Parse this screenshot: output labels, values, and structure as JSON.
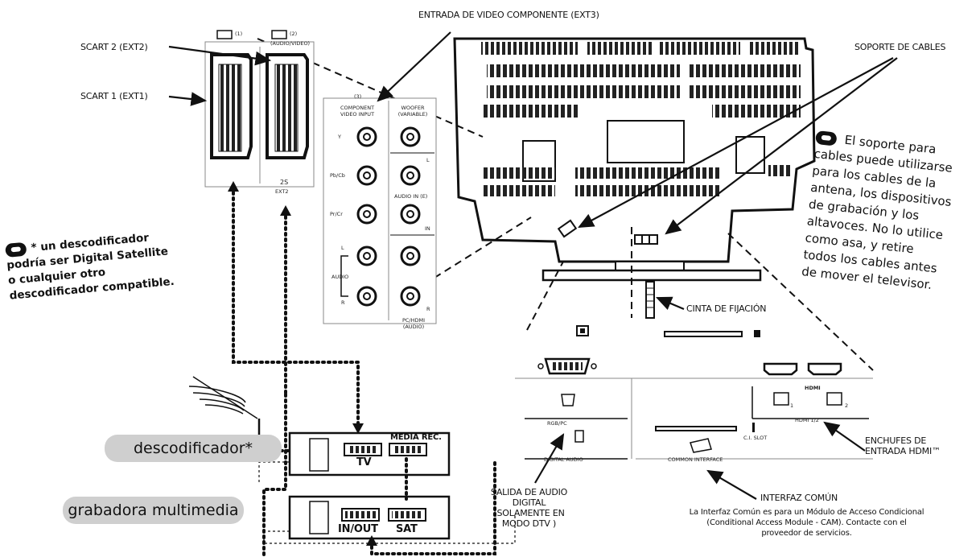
{
  "labels": {
    "component_input": "ENTRADA DE VIDEO COMPONENTE (EXT3)",
    "scart2": "SCART 2 (EXT2)",
    "scart1": "SCART 1 (EXT1)",
    "cable_holder": "SOPORTE DE CABLES",
    "fixing_band": "CINTA DE FIJACIÓN",
    "hdmi_inputs": [
      "ENCHUFES DE",
      "ENTRADA HDMI™"
    ],
    "common_interface": "INTERFAZ COMÚN",
    "digital_audio_out": [
      "SALIDA DE AUDIO",
      "DIGITAL",
      "(SOLAMENTE EN",
      "MODO DTV )"
    ],
    "common_interface_note": [
      "La Interfaz Común es para un Módulo de Acceso Condicional",
      "(Conditional Access Module - CAM). Contacte con el",
      "proveedor de servicios."
    ]
  },
  "notes": {
    "cable_holder_note": [
      "El soporte para",
      "cables puede utilizarse",
      "para los cables de la",
      "antena, los dispositivos",
      "de grabación y los",
      "altavoces. No lo utilice",
      "como asa, y retire",
      "todos los cables antes",
      "de mover el televisor."
    ],
    "decoder_note": [
      "* un descodificador",
      "podría ser Digital Satellite",
      "o cualquier otro",
      "descodificador compatible."
    ]
  },
  "devices": {
    "decoder": "descodificador*",
    "recorder": "grabadora multimedia",
    "box1_title": "MEDIA REC.",
    "box1_label": "TV",
    "box2_label_left": "IN/OUT",
    "box2_label_right": "SAT"
  },
  "panel_text": {
    "scart_top_left": "(1)",
    "scart_top_right": "(2)",
    "scart_top_right_sub": "(AUDIO/VIDEO)",
    "scart_bottom": "2S",
    "scart_bottom_sub": "EXT2",
    "component_hdr": "(3)",
    "component_title": [
      "COMPONENT",
      "VIDEO INPUT"
    ],
    "woofer_title": [
      "WOOFER",
      "(VARIABLE)"
    ],
    "jacks": [
      "Y",
      "Pb/Cb",
      "Pr/Cr",
      "L",
      "AUDIO",
      "R"
    ],
    "audio_in": "AUDIO IN (E)",
    "in_label": "IN",
    "pc_dvi": [
      "PC/HDMI",
      "(AUDIO)"
    ],
    "rgb_pc": "RGB/PC",
    "digital_audio": "DIGITAL AUDIO",
    "hdmi": "HDMI",
    "hdmi_1": "1",
    "hdmi_2": "2",
    "hdmi_12": "HDMI 1/2",
    "ci_small": "COMMON INTERFACE",
    "ci_label": "C.I. SLOT",
    "jack_L": "L",
    "jack_R": "R"
  },
  "colors": {
    "pill_bg": "#cfcfcf",
    "ink": "#111111"
  }
}
